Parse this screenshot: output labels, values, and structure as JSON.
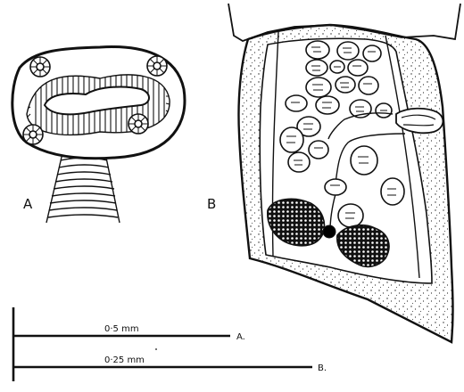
{
  "figure": {
    "panel_a_label": "A",
    "panel_b_label": "B"
  },
  "scale_bars": [
    {
      "value_label": "0·5 mm",
      "end_label": "A."
    },
    {
      "value_label": "0·25 mm",
      "end_label": "B."
    }
  ]
}
